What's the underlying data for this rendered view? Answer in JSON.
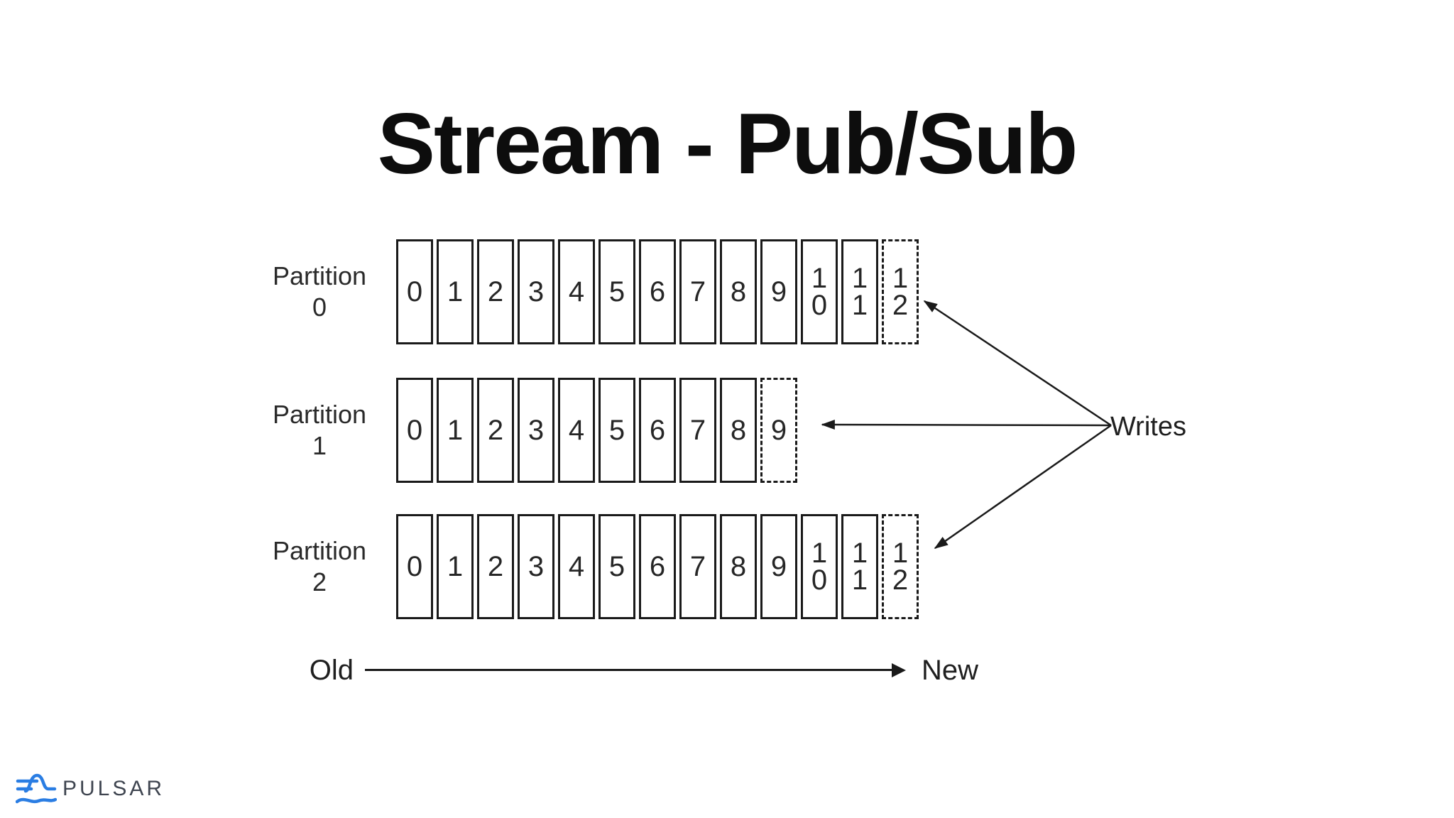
{
  "slide": {
    "title": "Stream - Pub/Sub"
  },
  "diagram": {
    "writes_label": "Writes",
    "axis": {
      "old_label": "Old",
      "new_label": "New"
    },
    "partitions": [
      {
        "name": "Partition 0",
        "label_line1": "Partition",
        "label_line2": "0",
        "solid_cells": [
          "0",
          "1",
          "2",
          "3",
          "4",
          "5",
          "6",
          "7",
          "8",
          "9",
          "10",
          "11"
        ],
        "dashed_cell": "12"
      },
      {
        "name": "Partition 1",
        "label_line1": "Partition",
        "label_line2": "1",
        "solid_cells": [
          "0",
          "1",
          "2",
          "3",
          "4",
          "5",
          "6",
          "7",
          "8"
        ],
        "dashed_cell": "9"
      },
      {
        "name": "Partition 2",
        "label_line1": "Partition",
        "label_line2": "2",
        "solid_cells": [
          "0",
          "1",
          "2",
          "3",
          "4",
          "5",
          "6",
          "7",
          "8",
          "9",
          "10",
          "11"
        ],
        "dashed_cell": "12"
      }
    ]
  },
  "footer": {
    "logo_text": "PULSAR"
  },
  "colors": {
    "ink": "#1a1a1a",
    "background": "#ffffff",
    "logo_blue": "#2a7de3",
    "logo_gray": "#3f4550"
  }
}
